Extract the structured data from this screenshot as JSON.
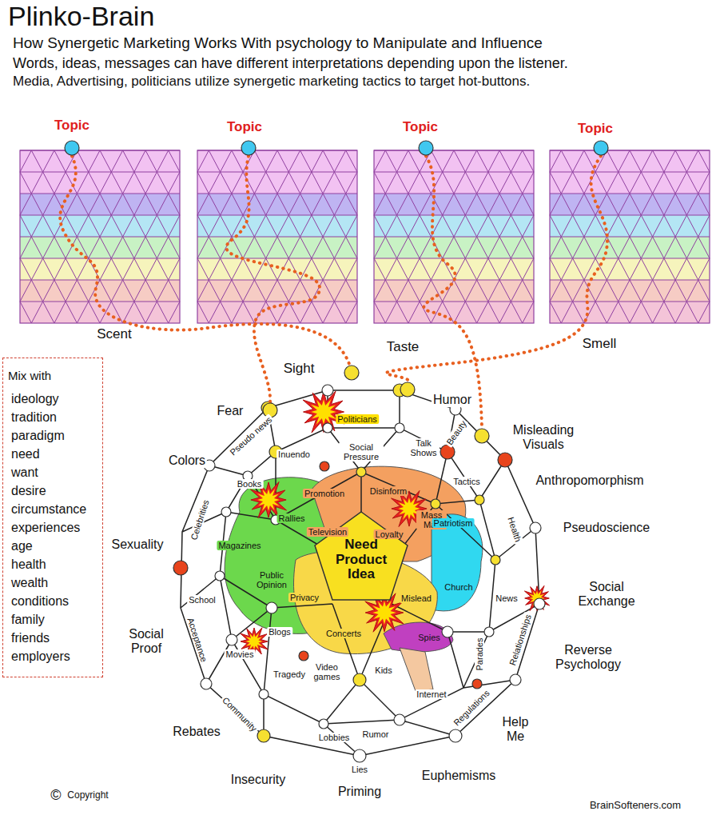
{
  "diagram": {
    "title": "Plinko-Brain",
    "nodes": [
      {
        "text": [
          "Mix with",
          "ideology",
          "tradition",
          "paradigm",
          "need",
          "want",
          "desire",
          "circumstance",
          "experiences",
          "age",
          "health",
          "wealth",
          "conditions",
          "family",
          "friends",
          "employers"
        ]
      },
      {
        "text": [
          "Need Product Idea"
        ]
      }
    ],
    "labels": [
      "How Synergetic Marketing Works With psychology to Manipulate and Influence",
      "Words, ideas, messages can have different interpretations depending upon the listener.",
      "Media, Advertising, politicians utilize synergetic marketing tactics to target hot-buttons.",
      "Topic",
      "Topic",
      "Topic",
      "Topic",
      "Scent",
      "Sight",
      "Taste",
      "Smell",
      "Fear",
      "Colors",
      "Sexuality",
      "Social Proof",
      "Rebates",
      "Insecurity",
      "Priming",
      "Euphemisms",
      "Help Me",
      "Reverse Psychology",
      "Social Exchange",
      "Pseudoscience",
      "Anthropomorphism",
      "Misleading Visuals",
      "Humor",
      "Politicians",
      "Pseudo news",
      "Inuendo",
      "Social Pressure",
      "Talk Shows",
      "Beauty",
      "Books",
      "Promotion",
      "Disinform",
      "Tactics",
      "Mass Mail",
      "Celebrities",
      "Rallies",
      "Television",
      "Loyalty",
      "Patriotism",
      "Health",
      "Magazines",
      "Public Opinion",
      "Privacy",
      "Mislead",
      "Church",
      "News",
      "School",
      "Acceptance",
      "Relationships",
      "Blogs",
      "Concerts",
      "Spies",
      "Parades",
      "Movies",
      "Video games",
      "Kids",
      "Internet",
      "Tragedy",
      "Community",
      "Regulations",
      "Lobbies",
      "Rumor",
      "Lies",
      "©",
      "Copyright",
      "BrainSofteners.com"
    ]
  }
}
